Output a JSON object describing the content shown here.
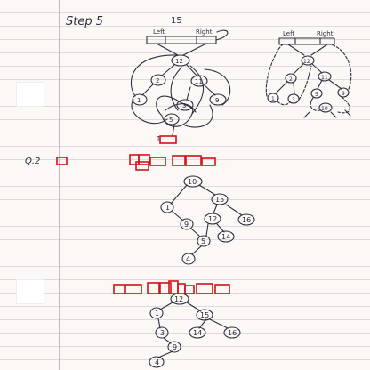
{
  "page": {
    "step_heading": "Step 5",
    "step_sub": "15",
    "question": "Q.2",
    "diagram1": {
      "left_label": "Left",
      "right_label": "Right",
      "nodes": [
        "12",
        "2",
        "11",
        "1",
        "3",
        "5",
        "9"
      ]
    },
    "diagram2": {
      "left_label": "Left",
      "right_label": "Right",
      "nodes": [
        "12",
        "2",
        "11",
        "1",
        "3",
        "5",
        "10",
        "9"
      ]
    },
    "tree1": {
      "nodes": [
        "10",
        "1",
        "15",
        "9",
        "12",
        "16",
        "5",
        "14",
        "4"
      ]
    },
    "tree2": {
      "nodes": [
        "12",
        "1",
        "15",
        "3",
        "14",
        "16",
        "9",
        "4"
      ]
    }
  }
}
